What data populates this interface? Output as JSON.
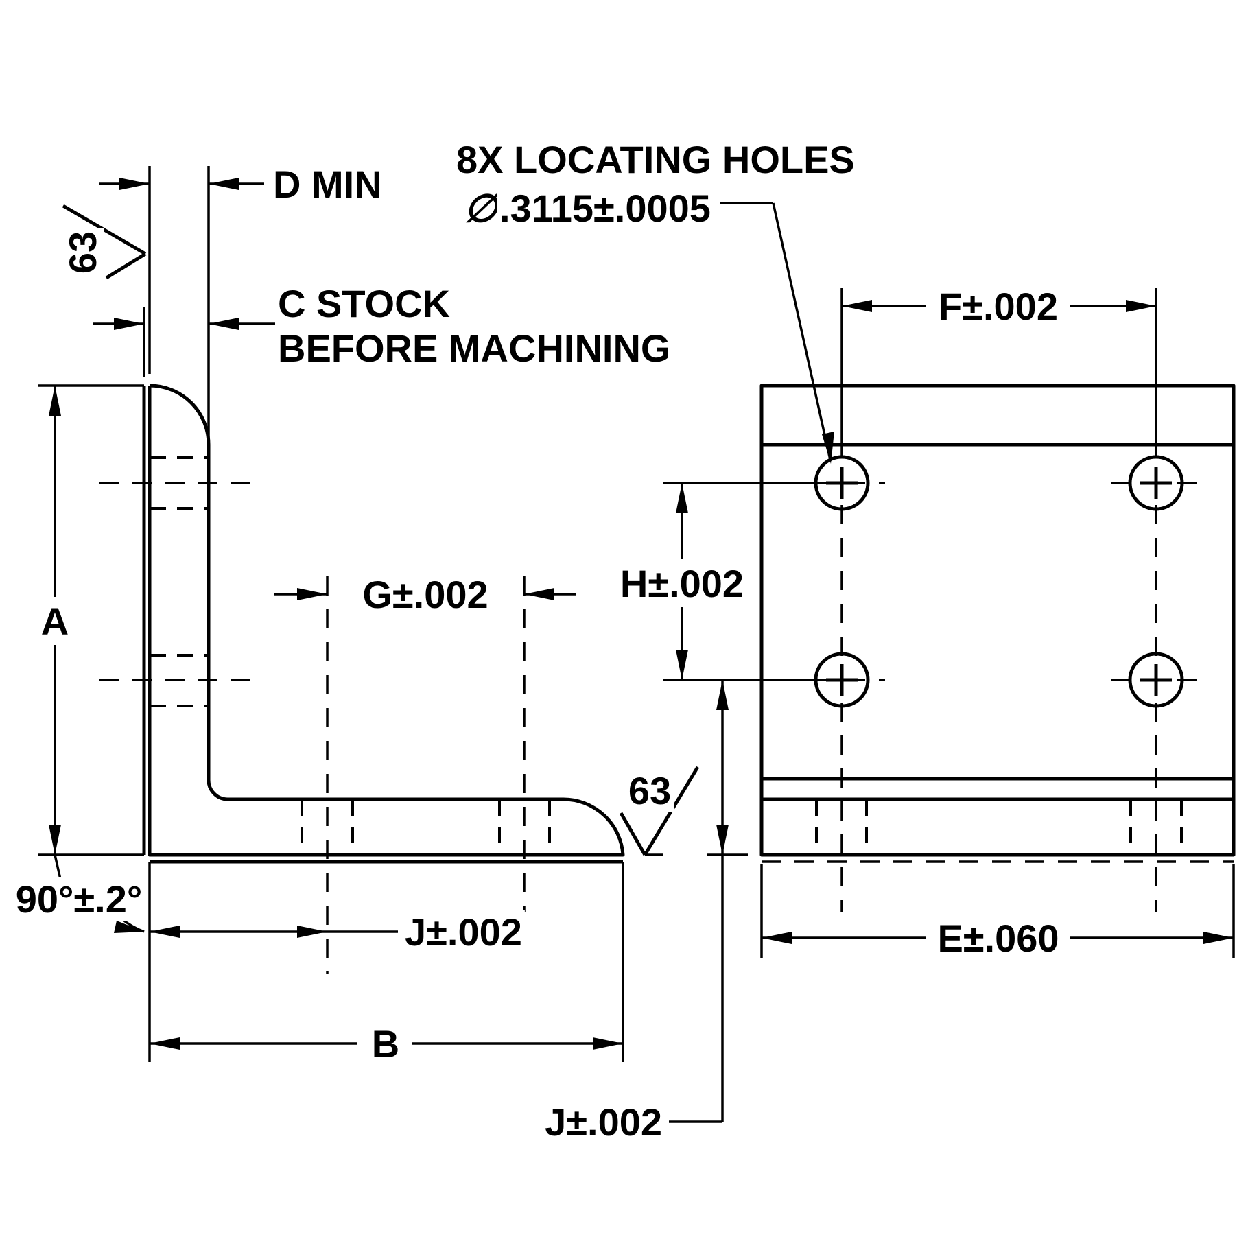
{
  "labels": {
    "d_min": "D MIN",
    "c_stock_line1": "C STOCK",
    "c_stock_line2": "BEFORE MACHINING",
    "holes_line1": "8X LOCATING HOLES",
    "holes_diameter_symbol": "∅",
    "holes_line2": ".3115±.0005",
    "finish_left": "63",
    "finish_bottom": "63",
    "dim_a": "A",
    "dim_b": "B",
    "dim_e": "E±.060",
    "dim_f": "F±.002",
    "dim_g": "G±.002",
    "dim_h": "H±.002",
    "dim_j_left": "J±.002",
    "dim_j_right": "J±.002",
    "angle": "90°±.2°"
  }
}
